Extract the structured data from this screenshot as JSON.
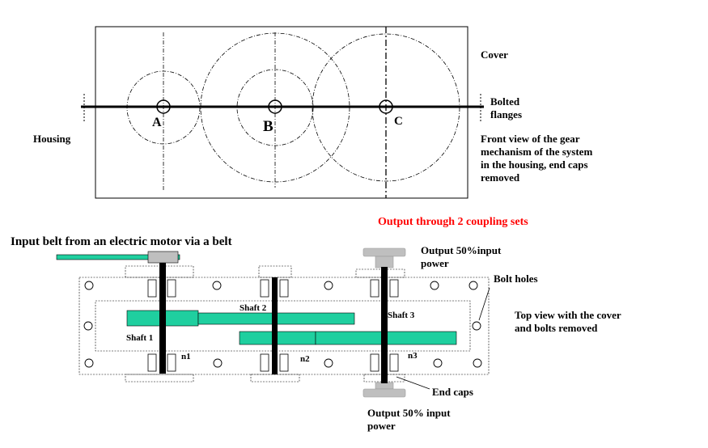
{
  "front_view": {
    "labels": {
      "cover": "Cover",
      "bolted_flanges": "Bolted\nflanges",
      "housing": "Housing",
      "caption": "Front view of the  gear\nmechanism of the system\nin the housing, end caps\nremoved"
    },
    "gears": [
      "A",
      "B",
      "C"
    ]
  },
  "top_view": {
    "title": "Output through 2 coupling sets",
    "input_belt": "Input belt from an electric motor via a belt",
    "output_top": "Output 50%input\npower",
    "output_bottom": "Output 50% input\npower",
    "bolt_holes": "Bolt holes",
    "caption": "Top view with the cover\nand bolts removed",
    "end_caps": "End caps",
    "shafts": [
      "Shaft 1",
      "Shaft 2",
      "Shaft 3"
    ],
    "speeds": [
      "n1",
      "n2",
      "n3"
    ]
  },
  "colors": {
    "gear_fill": "#1fcf9f",
    "cap_fill": "#bfbfbf",
    "highlight_text": "#ff0000",
    "line": "#000000"
  }
}
